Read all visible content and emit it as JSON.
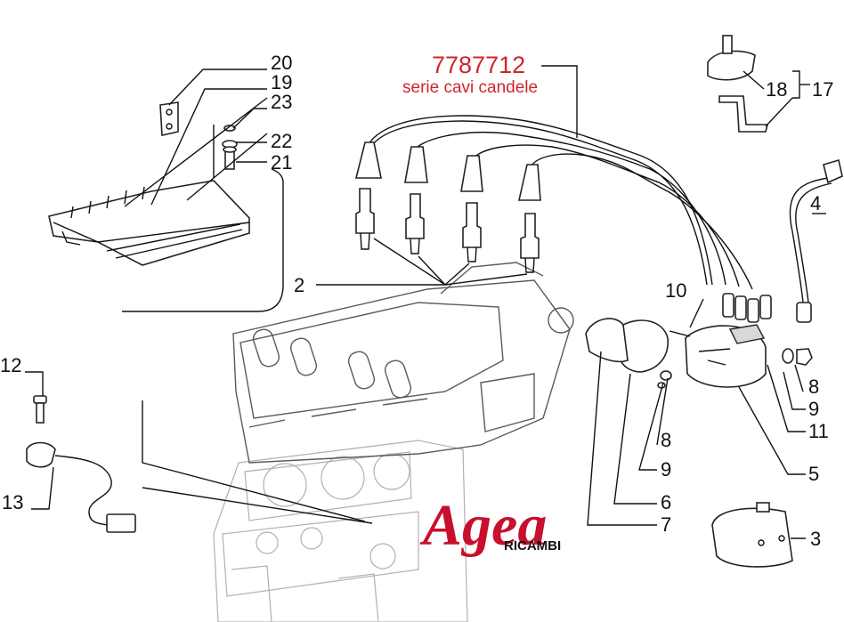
{
  "part_code": {
    "number": "7787712",
    "description": "serie cavi candele",
    "color": "#d0262c"
  },
  "callouts": [
    "20",
    "19",
    "23",
    "22",
    "21",
    "2",
    "12",
    "13",
    "10",
    "8",
    "9",
    "11",
    "5",
    "8",
    "9",
    "6",
    "7",
    "18",
    "17",
    "4",
    "3"
  ],
  "watermark": {
    "word": "Agea",
    "sub": "RICAMBI",
    "color": "#c8102e"
  },
  "icons": [
    "spark-plug-icon",
    "ignition-wire-icon",
    "distributor-icon",
    "knock-sensor-icon",
    "bolt-icon",
    "cylinder-head-icon",
    "engine-block-icon"
  ]
}
